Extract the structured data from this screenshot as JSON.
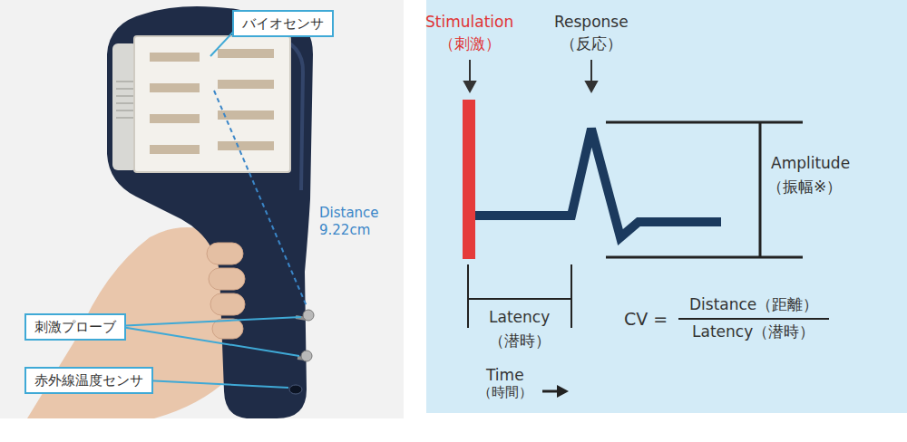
{
  "diagram": {
    "nodes": [
      {
        "text": [
          "バイオセンサ"
        ]
      },
      {
        "text": [
          "刺激プローブ"
        ]
      },
      {
        "text": [
          "赤外線温度センサ"
        ]
      }
    ],
    "labels": [
      "Distance 9.22cm",
      "Stimulation",
      "（刺激）",
      "Response",
      "（反応）",
      "Amplitude",
      "（振幅※）",
      "Latency",
      "（潜時）",
      "Time",
      "（時間）",
      "CV =",
      "Distance（距離）",
      "Latency（潜時）"
    ]
  }
}
